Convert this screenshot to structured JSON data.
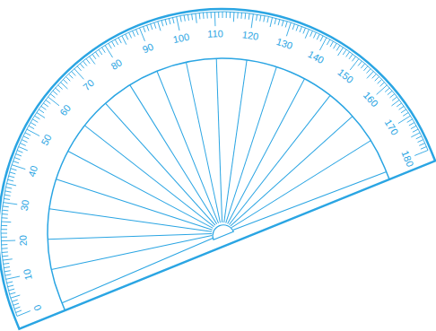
{
  "diagram": {
    "labels": [
      "0",
      "10",
      "20",
      "30",
      "40",
      "50",
      "60",
      "70",
      "80",
      "90",
      "100",
      "110",
      "120",
      "130",
      "140",
      "150",
      "160",
      "170",
      "180"
    ]
  }
}
